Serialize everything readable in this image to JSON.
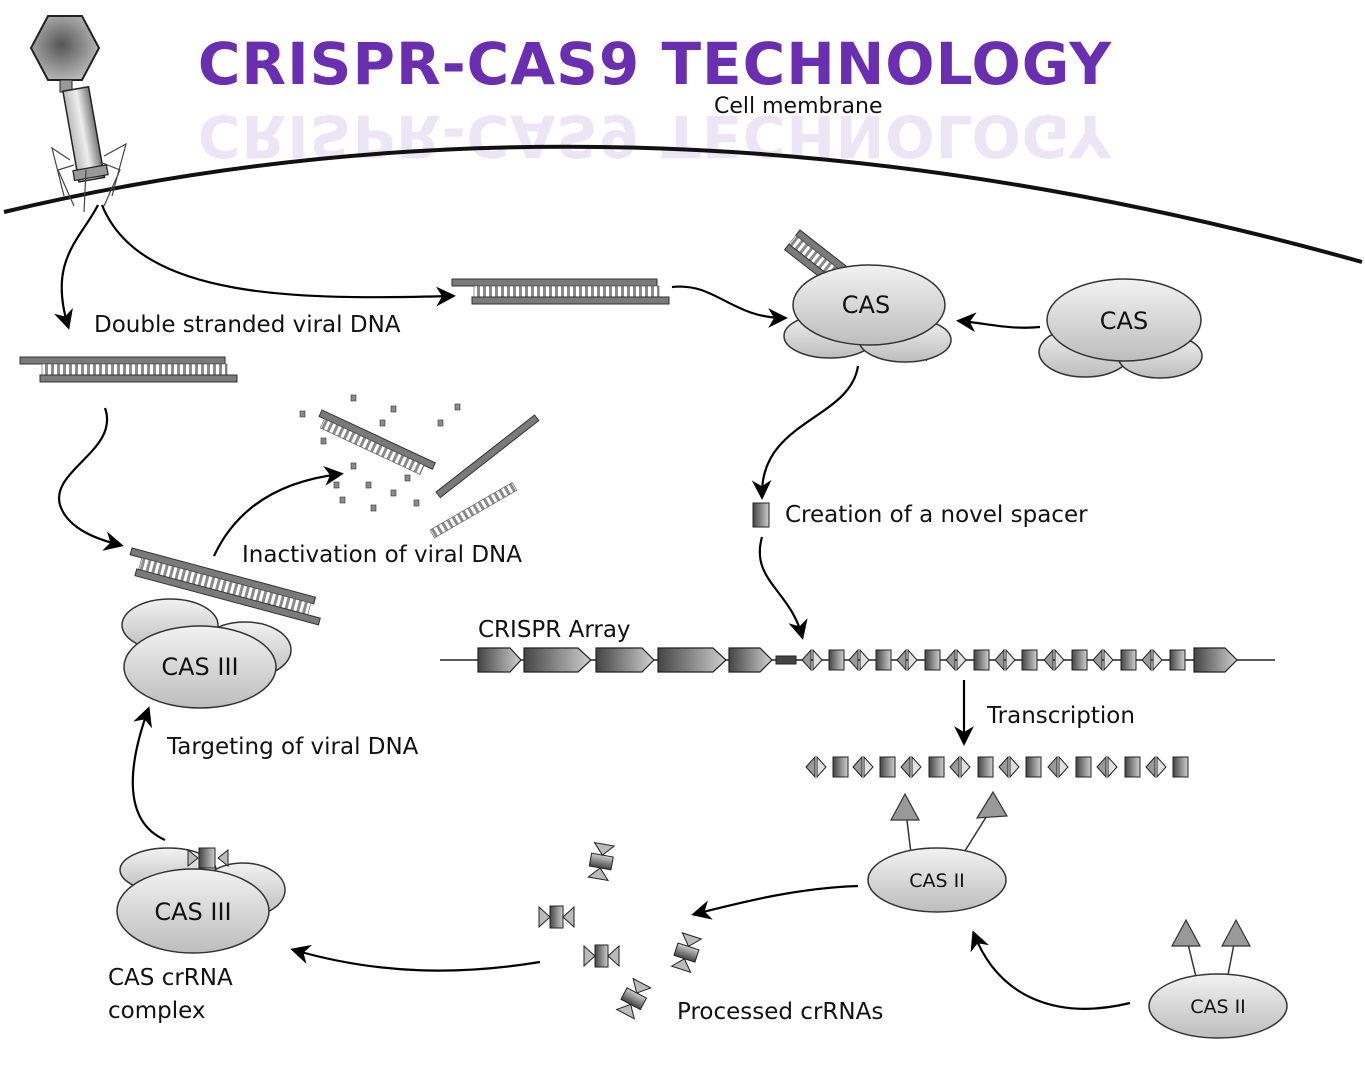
{
  "title": "CRISPR-CAS9 TECHNOLOGY",
  "labels": {
    "cell_membrane": "Cell membrane",
    "double_stranded_dna": "Double stranded viral DNA",
    "creation_spacer": "Creation of a novel spacer",
    "inactivation": "Inactivation of viral DNA",
    "crispr_array": "CRISPR Array",
    "transcription": "Transcription",
    "targeting": "Targeting of viral DNA",
    "cas_crrna_line1": "CAS crRNA",
    "cas_crrna_line2": "complex",
    "processed_crrnas": "Processed crRNAs"
  },
  "proteins": {
    "cas_complex": "CAS",
    "cas_free": "CAS",
    "cas3_targeting": "CAS III",
    "cas3_complex": "CAS III",
    "cas2_bound": "CAS II",
    "cas2_free": "CAS II"
  },
  "colors": {
    "title": "#6a2fb0",
    "protein_fill": "#d6d6d6",
    "dna_strand": "#7a7a7a"
  }
}
